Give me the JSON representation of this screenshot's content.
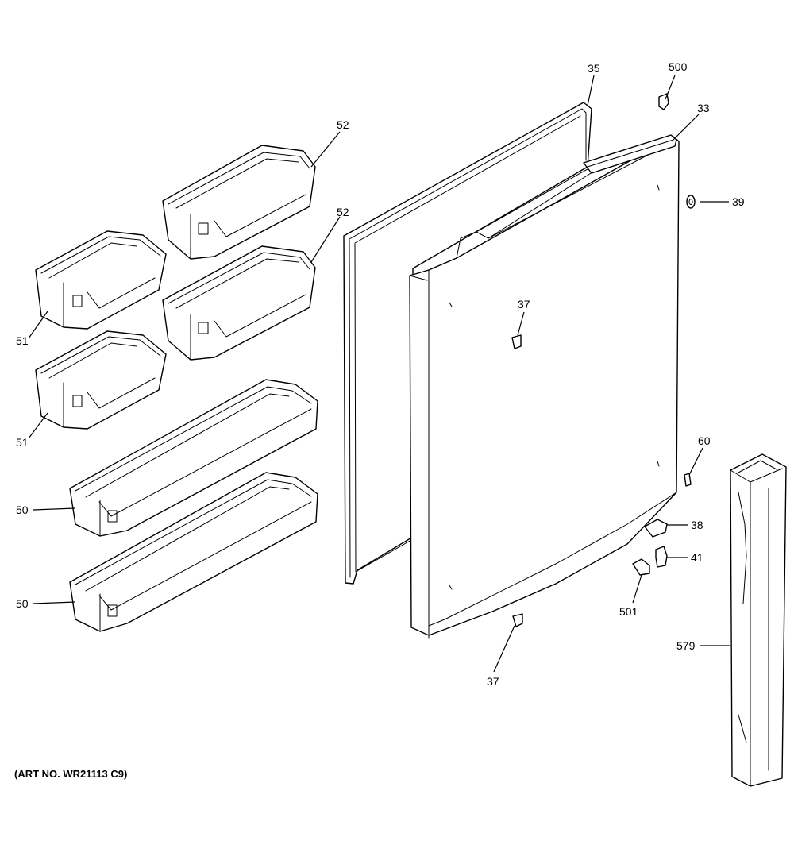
{
  "callouts": {
    "c35": "35",
    "c500": "500",
    "c33": "33",
    "c39": "39",
    "c52a": "52",
    "c52b": "52",
    "c51a": "51",
    "c51b": "51",
    "c50a": "50",
    "c50b": "50",
    "c37a": "37",
    "c37b": "37",
    "c60": "60",
    "c38": "38",
    "c41": "41",
    "c501": "501",
    "c579": "579"
  },
  "art_number": "(ART NO. WR21113 C9)"
}
